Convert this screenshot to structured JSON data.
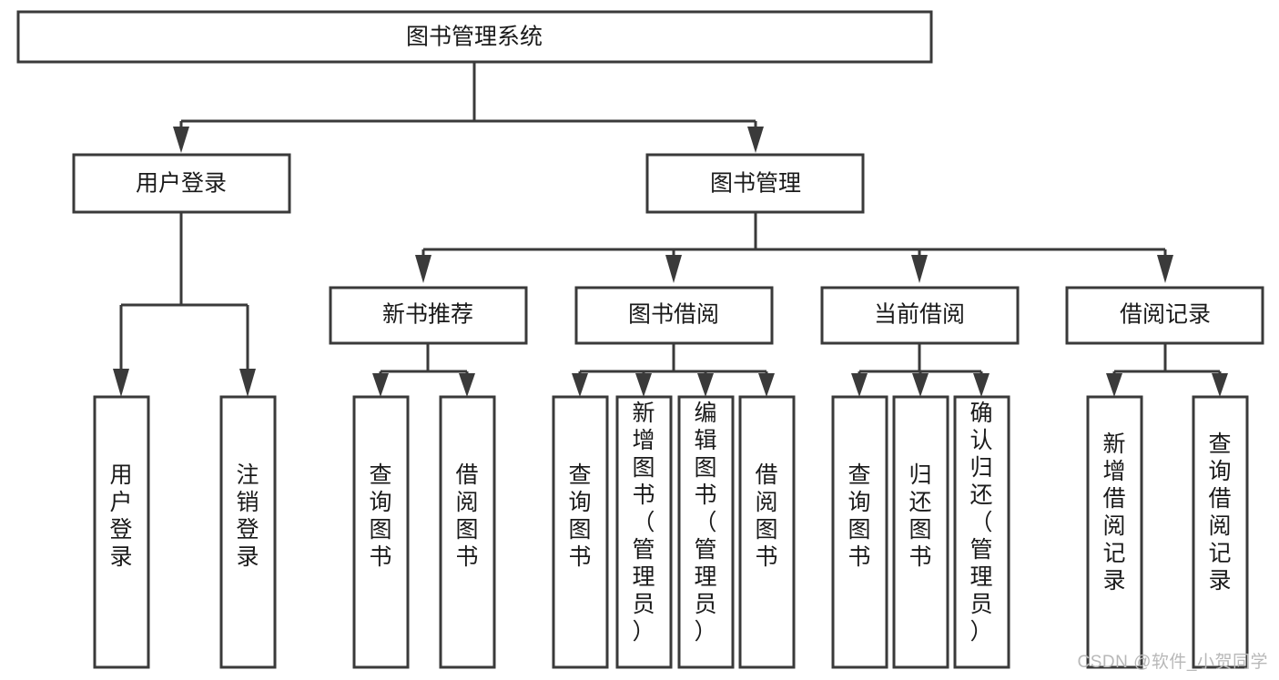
{
  "diagram": {
    "type": "tree-hierarchy-chart",
    "title": "图书管理系统",
    "watermark": "CSDN @软件_小贺同学",
    "colors": {
      "stroke": "#3a3a3a",
      "fill": "#ffffff",
      "text": "#1a1a1a",
      "watermark": "#b8b8b8"
    },
    "levels": [
      {
        "level": 1,
        "nodes": [
          {
            "id": "root",
            "label": "图书管理系统",
            "orientation": "horizontal"
          }
        ]
      },
      {
        "level": 2,
        "nodes": [
          {
            "id": "user-login",
            "label": "用户登录",
            "orientation": "horizontal",
            "parent": "root"
          },
          {
            "id": "book-manage",
            "label": "图书管理",
            "orientation": "horizontal",
            "parent": "root"
          }
        ]
      },
      {
        "level": 3,
        "nodes": [
          {
            "id": "new-book-rec",
            "label": "新书推荐",
            "orientation": "horizontal",
            "parent": "book-manage"
          },
          {
            "id": "book-borrow",
            "label": "图书借阅",
            "orientation": "horizontal",
            "parent": "book-manage"
          },
          {
            "id": "current-borrow",
            "label": "当前借阅",
            "orientation": "horizontal",
            "parent": "book-manage"
          },
          {
            "id": "borrow-record",
            "label": "借阅记录",
            "orientation": "horizontal",
            "parent": "book-manage"
          }
        ]
      },
      {
        "level": 4,
        "nodes": [
          {
            "id": "leaf-user-login",
            "label": "用户登录",
            "orientation": "vertical",
            "parent": "user-login"
          },
          {
            "id": "leaf-logout-login",
            "label": "注销登录",
            "orientation": "vertical",
            "parent": "user-login"
          },
          {
            "id": "leaf-query-book-1",
            "label": "查询图书",
            "orientation": "vertical",
            "parent": "new-book-rec"
          },
          {
            "id": "leaf-borrow-book-1",
            "label": "借阅图书",
            "orientation": "vertical",
            "parent": "new-book-rec"
          },
          {
            "id": "leaf-query-book-2",
            "label": "查询图书",
            "orientation": "vertical",
            "parent": "book-borrow"
          },
          {
            "id": "leaf-add-book",
            "label": "新增图书（管理员）",
            "orientation": "vertical",
            "parent": "book-borrow"
          },
          {
            "id": "leaf-edit-book",
            "label": "编辑图书（管理员）",
            "orientation": "vertical",
            "parent": "book-borrow"
          },
          {
            "id": "leaf-borrow-book-2",
            "label": "借阅图书",
            "orientation": "vertical",
            "parent": "book-borrow"
          },
          {
            "id": "leaf-query-book-3",
            "label": "查询图书",
            "orientation": "vertical",
            "parent": "current-borrow"
          },
          {
            "id": "leaf-return-book",
            "label": "归还图书",
            "orientation": "vertical",
            "parent": "current-borrow"
          },
          {
            "id": "leaf-confirm-return",
            "label": "确认归还（管理员）",
            "orientation": "vertical",
            "parent": "current-borrow"
          },
          {
            "id": "leaf-add-record",
            "label": "新增借阅记录",
            "orientation": "vertical",
            "parent": "borrow-record"
          },
          {
            "id": "leaf-query-record",
            "label": "查询借阅记录",
            "orientation": "vertical",
            "parent": "borrow-record"
          }
        ]
      }
    ],
    "node_labels": {
      "root": "图书管理系统",
      "user_login": "用户登录",
      "book_manage": "图书管理",
      "new_book_rec": "新书推荐",
      "book_borrow": "图书借阅",
      "current_borrow": "当前借阅",
      "borrow_record": "借阅记录",
      "leaf_user_login": [
        "用",
        "户",
        "登",
        "录"
      ],
      "leaf_logout_login": [
        "注",
        "销",
        "登",
        "录"
      ],
      "leaf_query_book_1": [
        "查",
        "询",
        "图",
        "书"
      ],
      "leaf_borrow_book_1": [
        "借",
        "阅",
        "图",
        "书"
      ],
      "leaf_query_book_2": [
        "查",
        "询",
        "图",
        "书"
      ],
      "leaf_add_book": [
        "新",
        "增",
        "图",
        "书",
        "（",
        "管",
        "理",
        "员",
        "）"
      ],
      "leaf_edit_book": [
        "编",
        "辑",
        "图",
        "书",
        "（",
        "管",
        "理",
        "员",
        "）"
      ],
      "leaf_borrow_book_2": [
        "借",
        "阅",
        "图",
        "书"
      ],
      "leaf_query_book_3": [
        "查",
        "询",
        "图",
        "书"
      ],
      "leaf_return_book": [
        "归",
        "还",
        "图",
        "书"
      ],
      "leaf_confirm_return": [
        "确",
        "认",
        "归",
        "还",
        "（",
        "管",
        "理",
        "员",
        "）"
      ],
      "leaf_add_record": [
        "新",
        "增",
        "借",
        "阅",
        "记",
        "录"
      ],
      "leaf_query_record": [
        "查",
        "询",
        "借",
        "阅",
        "记",
        "录"
      ]
    }
  }
}
